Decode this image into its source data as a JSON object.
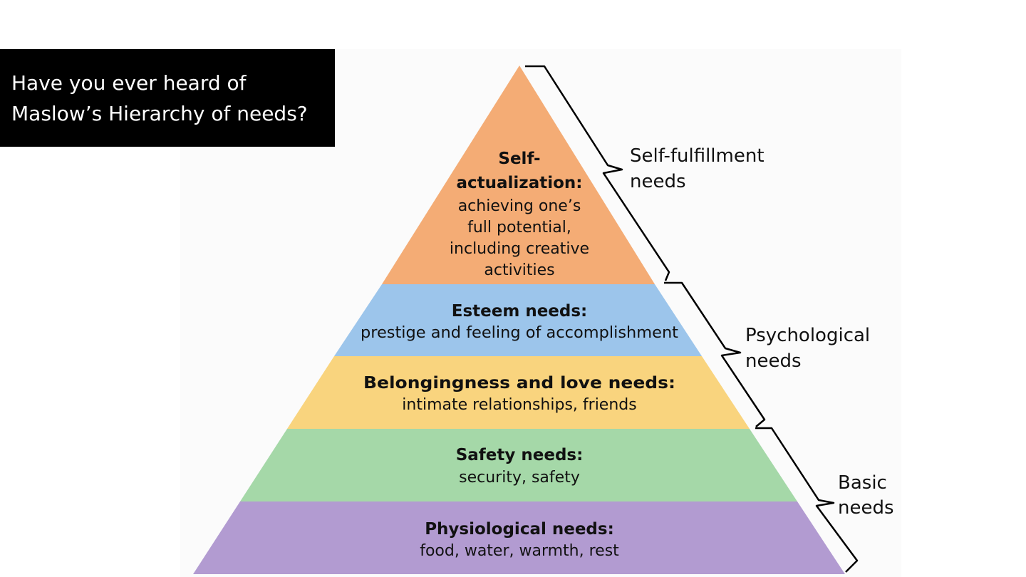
{
  "question": {
    "line1": "Have you ever heard of",
    "line2": "Maslow’s Hierarchy of needs?"
  },
  "pyramid": {
    "levels": [
      {
        "id": "self-actualization",
        "color": "#f4ac75",
        "title_lines": [
          "Self-",
          "actualization:"
        ],
        "desc_lines": [
          "achieving one’s",
          "full potential,",
          "including creative",
          "activities"
        ]
      },
      {
        "id": "esteem",
        "color": "#9cc5eb",
        "title_lines": [
          "Esteem needs:"
        ],
        "desc_lines": [
          "prestige and feeling of accomplishment"
        ]
      },
      {
        "id": "belongingness",
        "color": "#f9d47e",
        "title_lines": [
          "Belongingness and love needs:"
        ],
        "desc_lines": [
          "intimate relationships, friends"
        ]
      },
      {
        "id": "safety",
        "color": "#a5d8a8",
        "title_lines": [
          "Safety needs:"
        ],
        "desc_lines": [
          "security, safety"
        ]
      },
      {
        "id": "physiological",
        "color": "#b29bd1",
        "title_lines": [
          "Physiological needs:"
        ],
        "desc_lines": [
          "food, water, warmth, rest"
        ]
      }
    ],
    "brackets": [
      {
        "id": "self-fulfillment",
        "label_lines": [
          "Self-fulfillment",
          "needs"
        ]
      },
      {
        "id": "psychological",
        "label_lines": [
          "Psychological",
          "needs"
        ]
      },
      {
        "id": "basic",
        "label_lines": [
          "Basic",
          "needs"
        ]
      }
    ]
  }
}
